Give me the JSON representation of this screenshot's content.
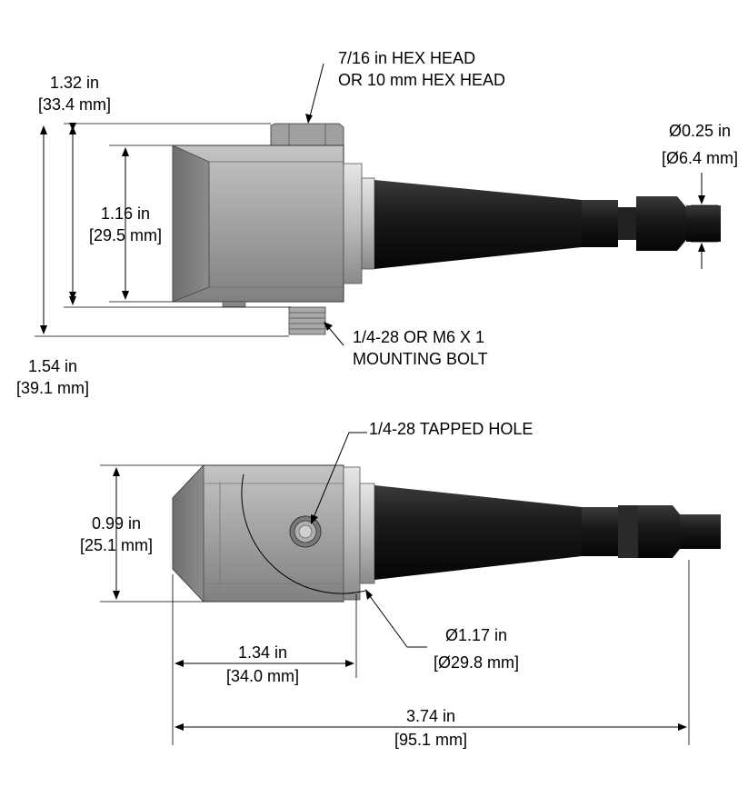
{
  "top_view": {
    "hex_head": [
      "7/16 in HEX HEAD",
      "OR 10 mm HEX HEAD"
    ],
    "overall_height": [
      "1.32 in",
      "[33.4 mm]"
    ],
    "body_height": [
      "1.16 in",
      "[29.5 mm]"
    ],
    "total_height": [
      "1.54 in",
      "[39.1 mm]"
    ],
    "connector_dia": [
      "Ø0.25 in",
      "[Ø6.4 mm]"
    ],
    "mounting_bolt": [
      "1/4-28 OR M6 X 1",
      "MOUNTING BOLT"
    ]
  },
  "bottom_view": {
    "tapped_hole": "1/4-28 TAPPED HOLE",
    "width": [
      "0.99 in",
      "[25.1 mm]"
    ],
    "body_length": [
      "1.34 in",
      "[34.0 mm]"
    ],
    "circle_dia": [
      "Ø1.17 in",
      "[Ø29.8 mm]"
    ],
    "overall_length": [
      "3.74 in",
      "[95.1 mm]"
    ]
  },
  "colors": {
    "body": "#9a9a9a",
    "cable": "#1a1a1a",
    "line": "#000000"
  }
}
